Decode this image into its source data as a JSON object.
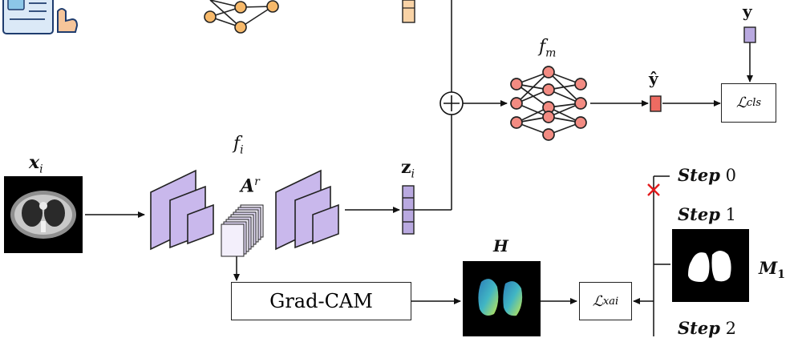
{
  "labels": {
    "y": "y",
    "f_m": "f",
    "f_m_sub": "m",
    "y_hat": "ŷ",
    "loss_cls": "ℒ",
    "loss_cls_sub": "cls",
    "f_i": "f",
    "f_i_sub": "i",
    "x_i": "x",
    "x_i_sub": "i",
    "A_r": "A",
    "A_r_sup": "r",
    "z_i": "z",
    "z_i_sub": "i",
    "H": "H",
    "grad_cam": "Grad-CAM",
    "loss_xai": "ℒ",
    "loss_xai_sub": "xai",
    "step0_word": "Step",
    "step0_num": "0",
    "step1_word": "Step",
    "step1_num": "1",
    "step2_word": "Step",
    "step2_num": "2",
    "M_1": "M",
    "M_1_sub": "1"
  },
  "colors": {
    "node_fill": "#f28b82",
    "bar_purple": "#b9a9e0",
    "conv_purple": "#c9b8ec",
    "yhat_red": "#ee6b62",
    "reject_x": "#e31a1c"
  },
  "icons": {
    "document": "clipboard-hand-icon",
    "reject": "red-cross-icon",
    "sum": "circled-plus-icon"
  }
}
